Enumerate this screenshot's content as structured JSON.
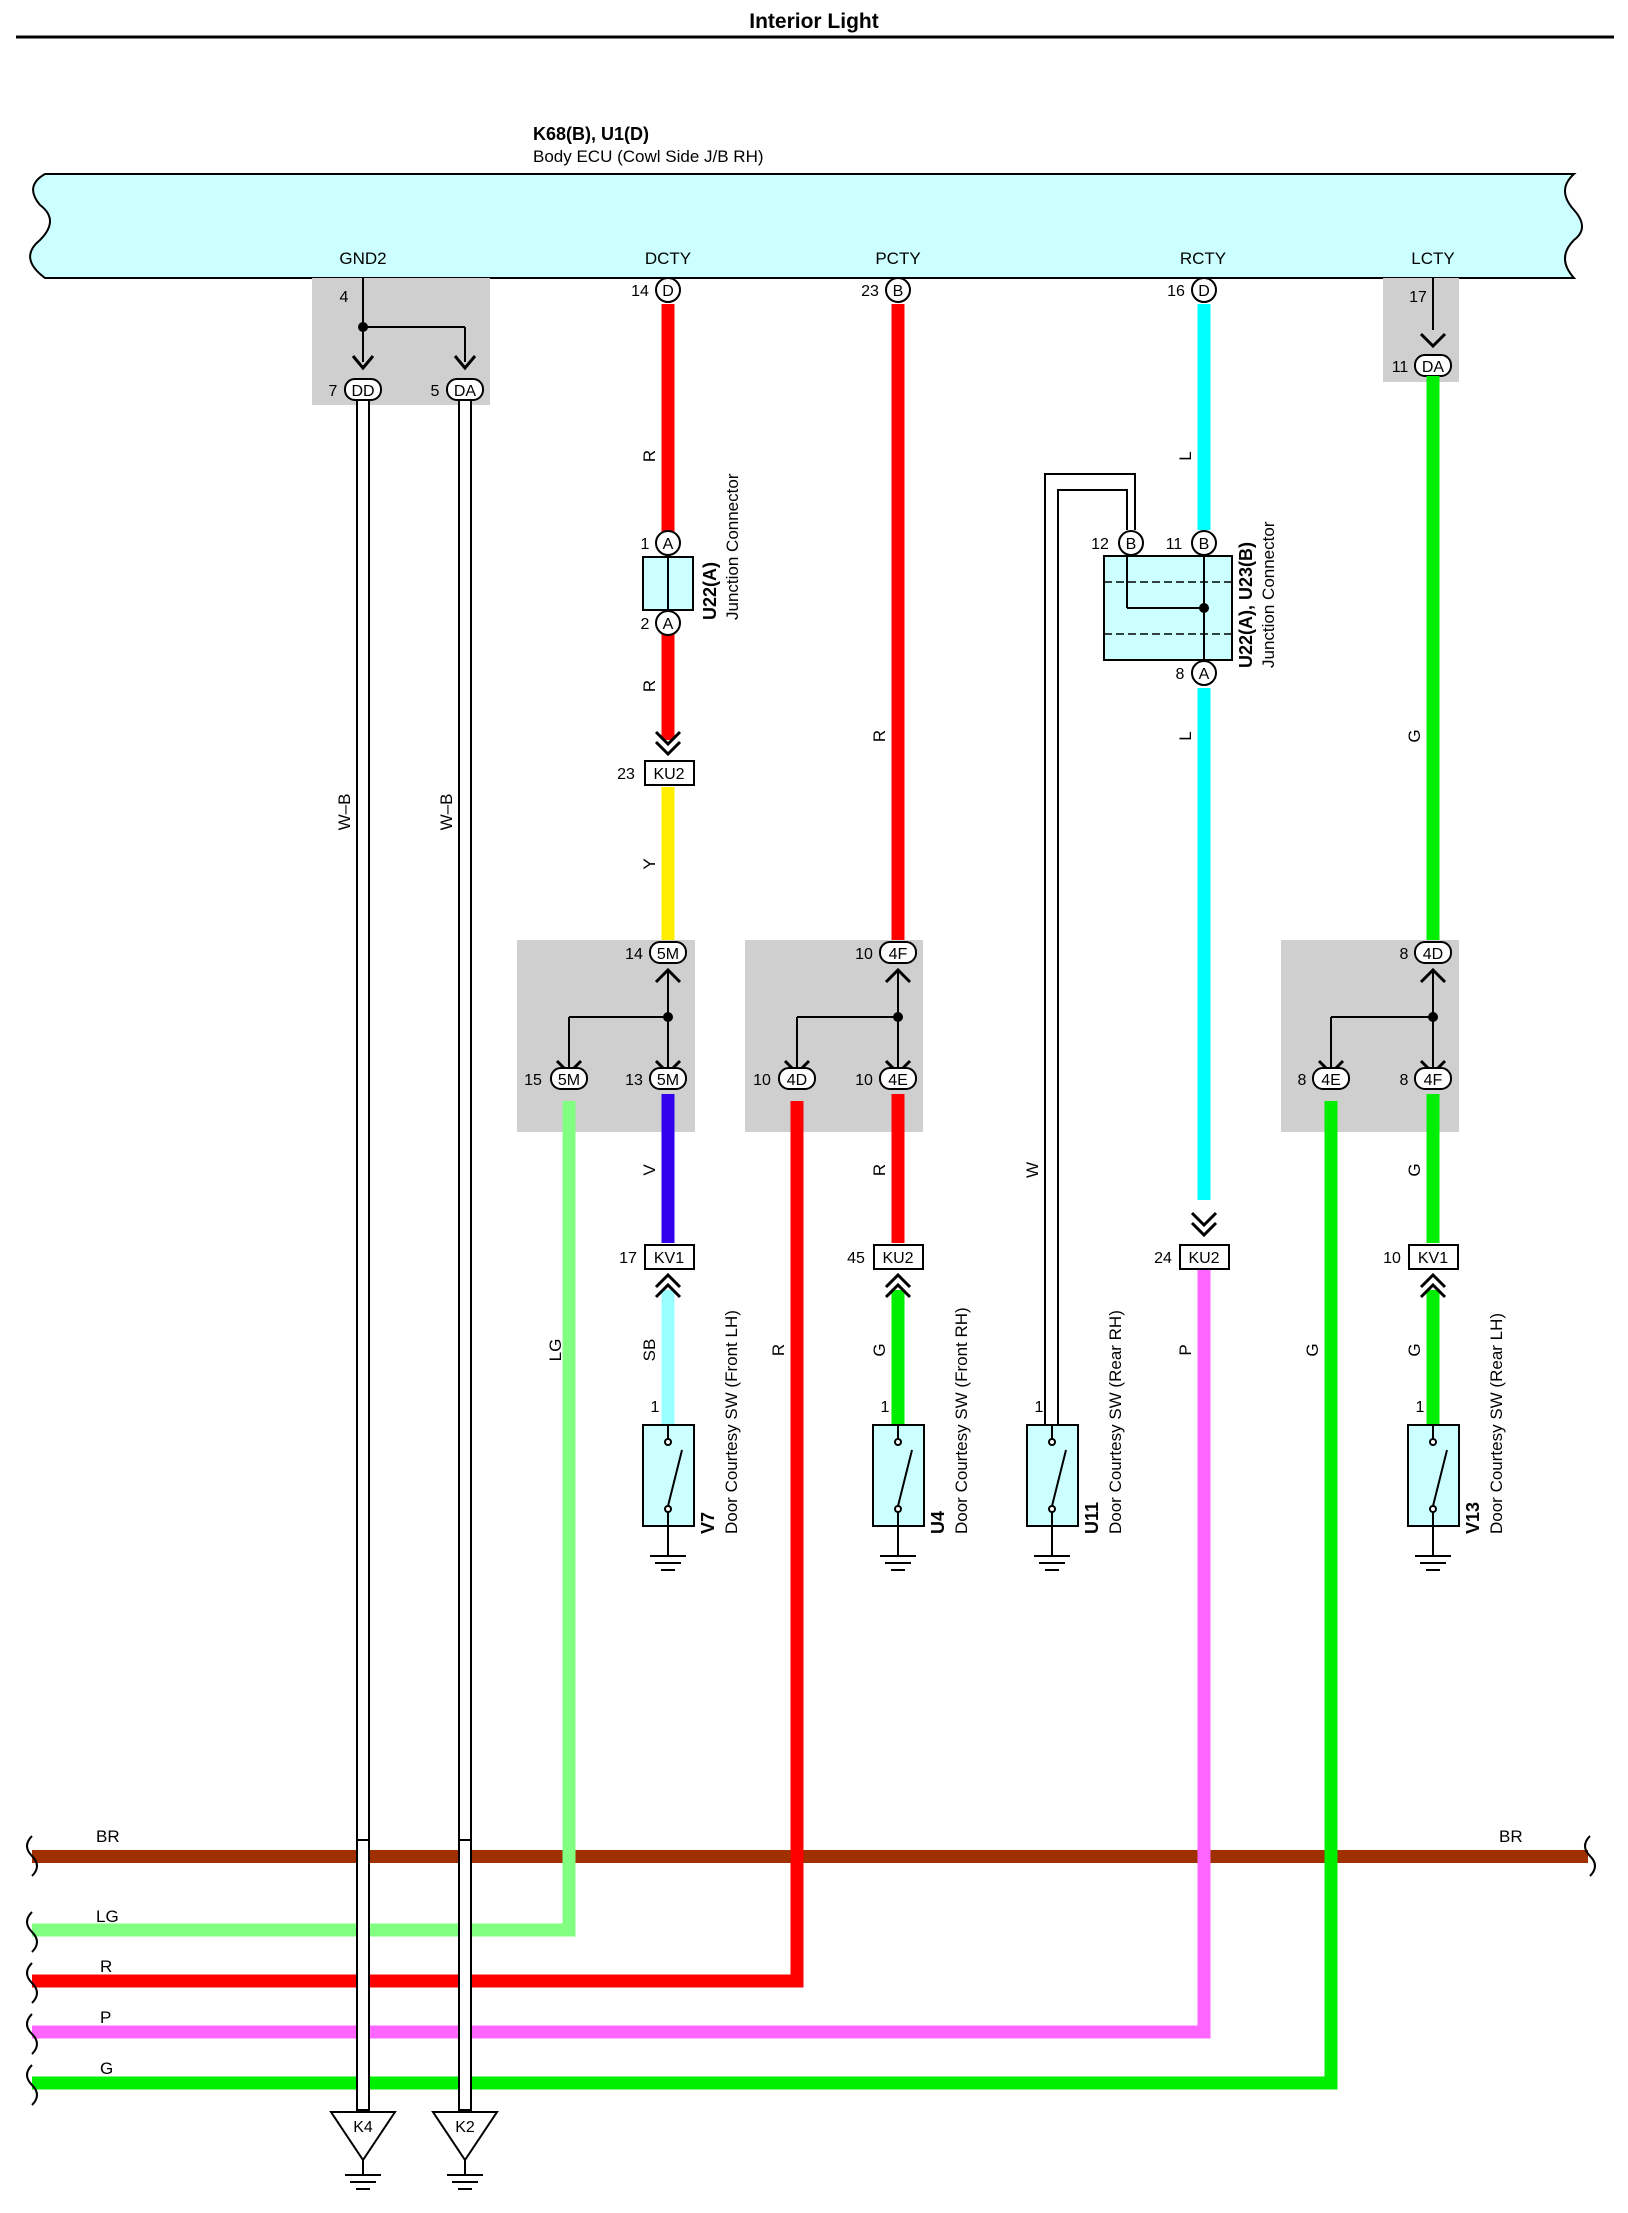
{
  "page": {
    "title": "Interior Light"
  },
  "ecu": {
    "code": "K68(B), U1(D)",
    "name": "Body ECU (Cowl Side J/B RH)"
  },
  "terminals": {
    "gnd2": "GND2",
    "dcty": "DCTY",
    "pcty": "PCTY",
    "rcty": "RCTY",
    "lcty": "LCTY"
  },
  "pins": {
    "gnd2": "4",
    "dd": "7",
    "da_gnd": "5",
    "dcty": "14",
    "pcty": "23",
    "rcty": "16",
    "lcty": "17",
    "lcty_da": "11",
    "u22_1": "1",
    "u22_2": "2",
    "u23_12": "12",
    "u23_11": "11",
    "u23_8": "8",
    "ku2_d": "23",
    "m5_top": "14",
    "m5_left": "15",
    "m5_right": "13",
    "f4_top": "10",
    "d4": "10",
    "e4_p": "10",
    "d4_top": "8",
    "e4_l": "8",
    "f4_l": "8",
    "kv1_d": "17",
    "ku2_p": "45",
    "ku2_r": "24",
    "kv1_l": "10",
    "sw_v7": "1",
    "sw_u4": "1",
    "sw_u11": "1",
    "sw_v13": "1"
  },
  "connectors": {
    "dcty": "D",
    "pcty": "B",
    "rcty": "D",
    "dd": "DD",
    "da": "DA",
    "da_lcty": "DA",
    "u22_a1": "A",
    "u22_a2": "A",
    "u23_b12": "B",
    "u23_b11": "B",
    "u23_a8": "A",
    "ku2_d": "KU2",
    "m5_top": "5M",
    "m5_left": "5M",
    "m5_right": "5M",
    "f4_top": "4F",
    "d4": "4D",
    "e4_p": "4E",
    "d4_top": "4D",
    "e4_l": "4E",
    "f4_l": "4F",
    "kv1_d": "KV1",
    "ku2_p": "KU2",
    "ku2_r": "KU2",
    "kv1_l": "KV1"
  },
  "junction_u22": {
    "code": "U22(A)",
    "name": "Junction Connector"
  },
  "junction_u23": {
    "code": "U22(A), U23(B)",
    "name": "Junction Connector"
  },
  "switches": {
    "v7": {
      "code": "V7",
      "name": "Door Courtesy SW (Front LH)"
    },
    "u4": {
      "code": "U4",
      "name": "Door Courtesy SW (Front RH)"
    },
    "u11": {
      "code": "U11",
      "name": "Door Courtesy SW (Rear RH)"
    },
    "v13": {
      "code": "V13",
      "name": "Door Courtesy SW (Rear LH)"
    }
  },
  "wire_labels": {
    "wb1": "W–B",
    "wb2": "W–B",
    "d_r1": "R",
    "d_r2": "R",
    "d_y": "Y",
    "d_v": "V",
    "d_sb": "SB",
    "lg": "LG",
    "p_r1": "R",
    "p_r2": "R",
    "p_g": "G",
    "r_left": "R",
    "r_l1": "L",
    "r_l2": "L",
    "r_p": "P",
    "w": "W",
    "l_g1": "G",
    "l_g2": "G",
    "l_g3": "G",
    "g_left": "G"
  },
  "bus_labels": {
    "br_left": "BR",
    "br_right": "BR",
    "lg": "LG",
    "r": "R",
    "p": "P",
    "g": "G"
  },
  "grounds": {
    "k4": "K4",
    "k2": "K2"
  },
  "colors": {
    "ecu_fill": "#ccffff",
    "box_gray": "#cfcfcf",
    "red": "#ff0000",
    "yellow": "#ffee00",
    "violet": "#3300ee",
    "sky": "#99ffff",
    "lightgreen": "#80ff80",
    "green": "#00ee00",
    "cyan": "#00ffff",
    "pink": "#ff66ff",
    "brown": "#a03000",
    "wb": "#000000"
  }
}
